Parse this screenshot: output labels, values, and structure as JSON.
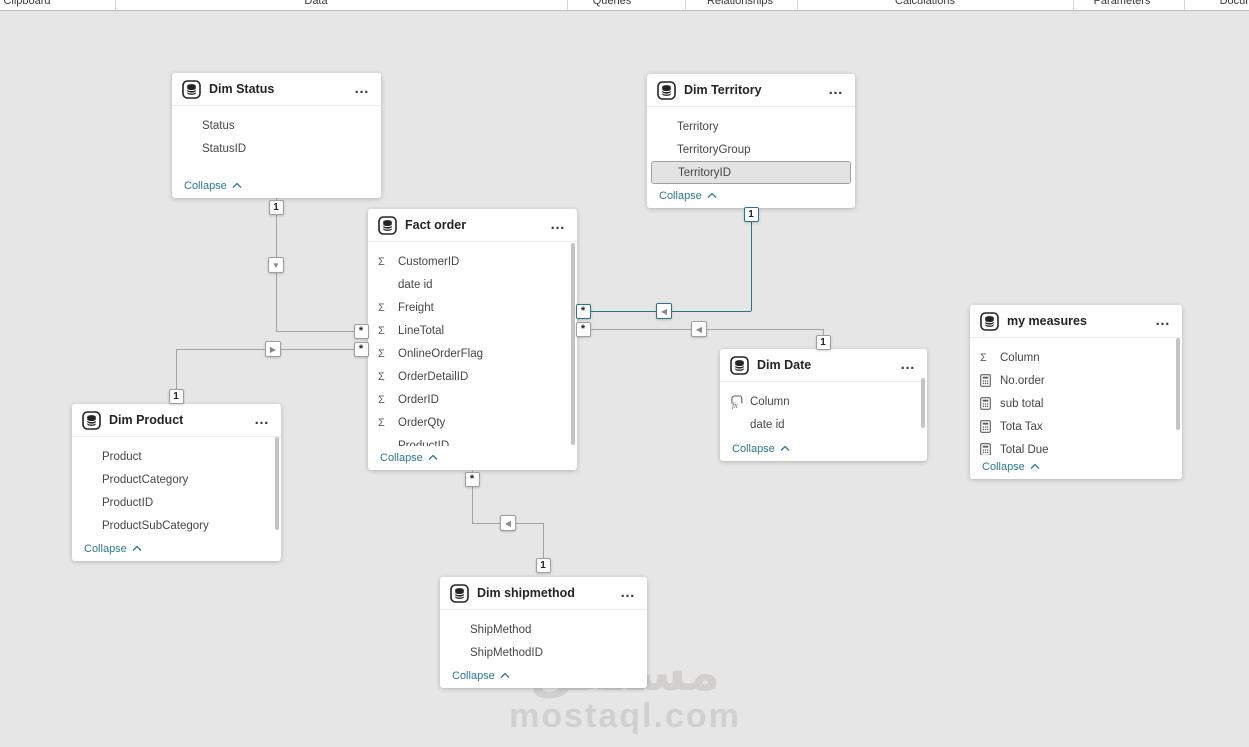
{
  "ribbon": {
    "groups": [
      "Clipboard",
      "Data",
      "Queries",
      "Relationships",
      "Calculations",
      "Parameters",
      "Docum"
    ]
  },
  "ui": {
    "collapse_label": "Collapse",
    "more_label": "…"
  },
  "icons": {
    "sigma": "Σ",
    "asterisk": "✱",
    "arrow-left": "◀",
    "arrow-right": "▶",
    "arrow-down": "▼",
    "more": "…"
  },
  "colors": {
    "canvas_bg": "#e6e6e6",
    "card_bg": "#ffffff",
    "accent_link": "#2b7a8f",
    "selected_relationship": "#26768a",
    "relationship_line": "#a5a3a1",
    "selected_field_bg": "#e3e3e3"
  },
  "canvas": {
    "tables": [
      {
        "title": "Dim Status",
        "fields": [
          {
            "label": "Status",
            "icon": "none"
          },
          {
            "label": "StatusID",
            "icon": "none"
          }
        ]
      },
      {
        "title": "Dim Territory",
        "fields": [
          {
            "label": "Territory",
            "icon": "none"
          },
          {
            "label": "TerritoryGroup",
            "icon": "none"
          },
          {
            "label": "TerritoryID",
            "icon": "none",
            "selected": true
          }
        ]
      },
      {
        "title": "Fact order",
        "fields": [
          {
            "label": "CustomerID",
            "icon": "sigma"
          },
          {
            "label": "date id",
            "icon": "none"
          },
          {
            "label": "Freight",
            "icon": "sigma"
          },
          {
            "label": "LineTotal",
            "icon": "sigma"
          },
          {
            "label": "OnlineOrderFlag",
            "icon": "sigma"
          },
          {
            "label": "OrderDetailID",
            "icon": "sigma"
          },
          {
            "label": "OrderID",
            "icon": "sigma"
          },
          {
            "label": "OrderQty",
            "icon": "sigma"
          },
          {
            "label": "ProductID",
            "icon": "none"
          }
        ]
      },
      {
        "title": "Dim Product",
        "fields": [
          {
            "label": "Product",
            "icon": "none"
          },
          {
            "label": "ProductCategory",
            "icon": "none"
          },
          {
            "label": "ProductID",
            "icon": "none"
          },
          {
            "label": "ProductSubCategory",
            "icon": "none"
          }
        ]
      },
      {
        "title": "Dim Date",
        "fields": [
          {
            "label": "Column",
            "icon": "fx-column"
          },
          {
            "label": "date id",
            "icon": "none"
          }
        ]
      },
      {
        "title": "my measures",
        "fields": [
          {
            "label": "Column",
            "icon": "sigma"
          },
          {
            "label": "No.order",
            "icon": "calculator"
          },
          {
            "label": "sub total",
            "icon": "calculator"
          },
          {
            "label": "Tota Tax",
            "icon": "calculator"
          },
          {
            "label": "Total Due",
            "icon": "calculator"
          }
        ]
      },
      {
        "title": "Dim shipmethod",
        "fields": [
          {
            "label": "ShipMethod",
            "icon": "none"
          },
          {
            "label": "ShipMethodID",
            "icon": "none"
          }
        ]
      }
    ],
    "relationships": [
      {
        "from_table": "Dim Status",
        "to_table": "Fact order",
        "one": "1",
        "many": "*",
        "selected": false
      },
      {
        "from_table": "Dim Product",
        "to_table": "Fact order",
        "one": "1",
        "many": "*",
        "selected": false
      },
      {
        "from_table": "Dim Territory",
        "to_table": "Fact order",
        "one": "1",
        "many": "*",
        "selected": true
      },
      {
        "from_table": "Dim Date",
        "to_table": "Fact order",
        "one": "1",
        "many": "*",
        "selected": false
      },
      {
        "from_table": "Dim shipmethod",
        "to_table": "Fact order",
        "one": "1",
        "many": "*",
        "selected": false
      }
    ]
  },
  "watermark": {
    "logo_text": "مستقل",
    "site_text": "mostaql.com"
  }
}
